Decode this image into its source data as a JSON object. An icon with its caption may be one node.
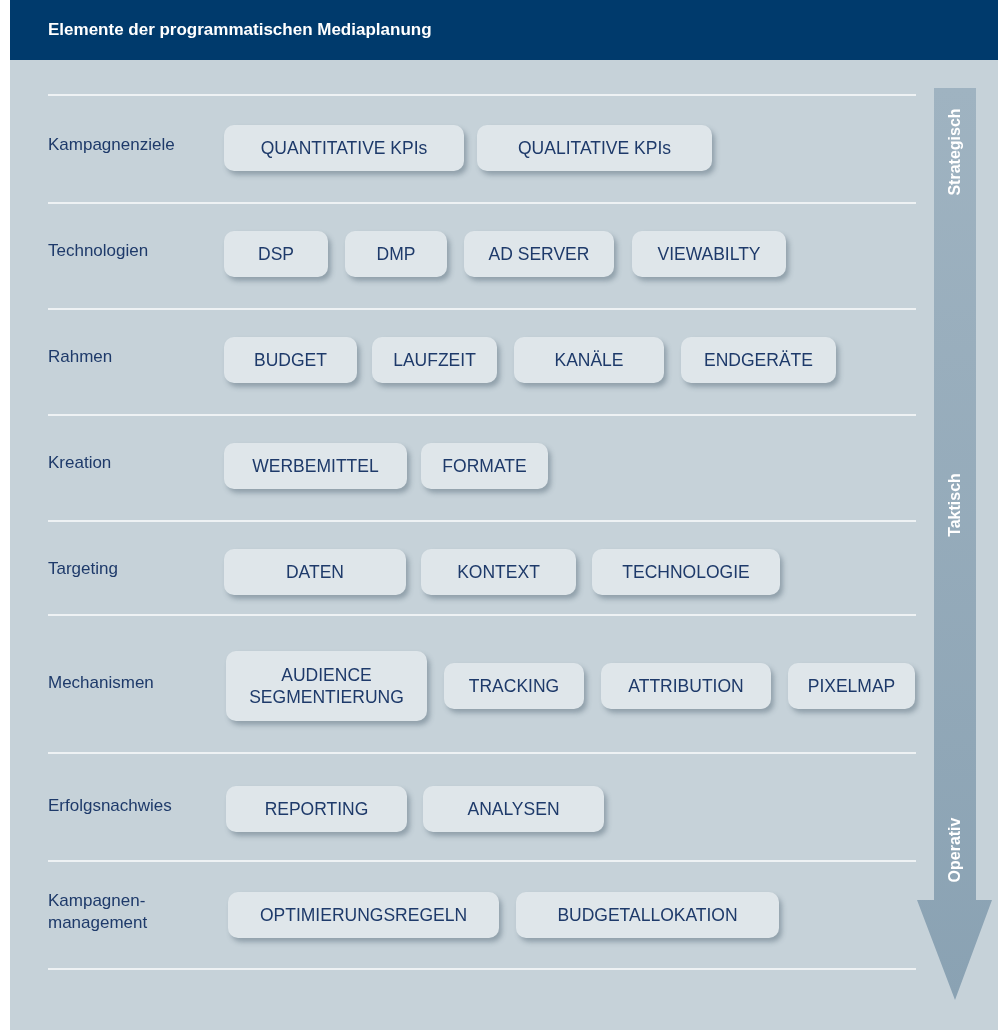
{
  "diagram": {
    "title": "Elemente der programmatischen Mediaplanung",
    "nodes": [
      {
        "text": [
          "QUANTITATIVE KPIs"
        ]
      },
      {
        "text": [
          "QUALITATIVE KPIs"
        ]
      },
      {
        "text": [
          "DSP"
        ]
      },
      {
        "text": [
          "DMP"
        ]
      },
      {
        "text": [
          "AD SERVER"
        ]
      },
      {
        "text": [
          "VIEWABILTY"
        ]
      },
      {
        "text": [
          "BUDGET"
        ]
      },
      {
        "text": [
          "LAUFZEIT"
        ]
      },
      {
        "text": [
          "KANÄLE"
        ]
      },
      {
        "text": [
          "ENDGERÄTE"
        ]
      },
      {
        "text": [
          "WERBEMITTEL"
        ]
      },
      {
        "text": [
          "FORMATE"
        ]
      },
      {
        "text": [
          "DATEN"
        ]
      },
      {
        "text": [
          "KONTEXT"
        ]
      },
      {
        "text": [
          "TECHNOLOGIE"
        ]
      },
      {
        "text": [
          "AUDIENCE SEGMENTIERUNG"
        ]
      },
      {
        "text": [
          "TRACKING"
        ]
      },
      {
        "text": [
          "ATTRIBUTION"
        ]
      },
      {
        "text": [
          "PIXELMAP"
        ]
      },
      {
        "text": [
          "REPORTING"
        ]
      },
      {
        "text": [
          "ANALYSEN"
        ]
      },
      {
        "text": [
          "OPTIMIERUNGSREGELN"
        ]
      },
      {
        "text": [
          "BUDGETALLOKATION"
        ]
      }
    ],
    "labels": [
      "Kampagnenziele",
      "Technologien",
      "Rahmen",
      "Kreation",
      "Targeting",
      "Mechanismen",
      "Erfolgsnachwies",
      "Kampagnen- management",
      "Strategisch",
      "Taktisch",
      "Operativ"
    ]
  }
}
